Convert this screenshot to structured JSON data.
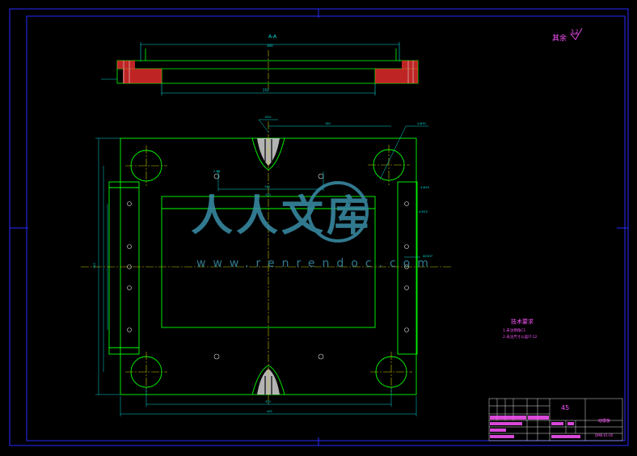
{
  "section_label": "A-A",
  "surface_finish": {
    "label": "其余",
    "value": "3.2"
  },
  "material": "45",
  "tech_requirements": {
    "title": "技术要求",
    "items": [
      "1.未注倒角C1",
      "2.未注尺寸公差IT-12"
    ]
  },
  "title_block": {
    "part_name": "动模板",
    "drawing_no": "DMB-01-05"
  },
  "watermark": {
    "text": "人人文库",
    "url": "www.renrendoc.com"
  },
  "colors": {
    "background": "#000000",
    "frame": "#2a2aff",
    "outline": "#00ff00",
    "dimension": "#00d8d8",
    "centerline": "#c8c800",
    "annotation": "#ff55ff",
    "hatch": "#ff3030",
    "hidden": "#e0e0e0",
    "watermark": "#3a8fa8"
  }
}
